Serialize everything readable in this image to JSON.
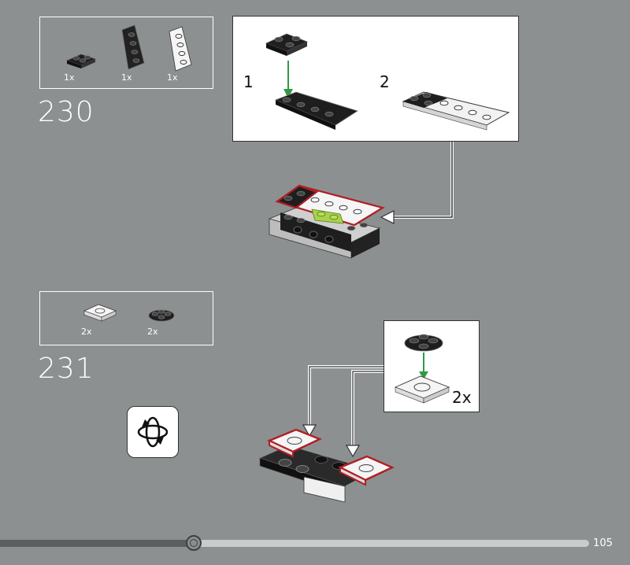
{
  "steps": [
    {
      "number": "230",
      "parts": [
        {
          "qty": "1x",
          "icon": "black-corner-plate-icon"
        },
        {
          "qty": "1x",
          "icon": "black-wedge-plate-icon"
        },
        {
          "qty": "1x",
          "icon": "white-wedge-plate-icon"
        }
      ],
      "callout": {
        "sub_steps": [
          "1",
          "2"
        ]
      }
    },
    {
      "number": "231",
      "parts": [
        {
          "qty": "2x",
          "icon": "white-square-plate-icon"
        },
        {
          "qty": "2x",
          "icon": "black-round-plate-icon"
        }
      ],
      "callout": {
        "multiplier": "2x"
      },
      "rotate_icon": "rotate-model-icon"
    }
  ],
  "navigation": {
    "progress": 0.31,
    "page_number": "105"
  },
  "colors": {
    "background": "#8c9090",
    "highlight": "#b01e24",
    "arrow_green": "#2f9a45",
    "new_part_lime": "#a8d14c"
  }
}
